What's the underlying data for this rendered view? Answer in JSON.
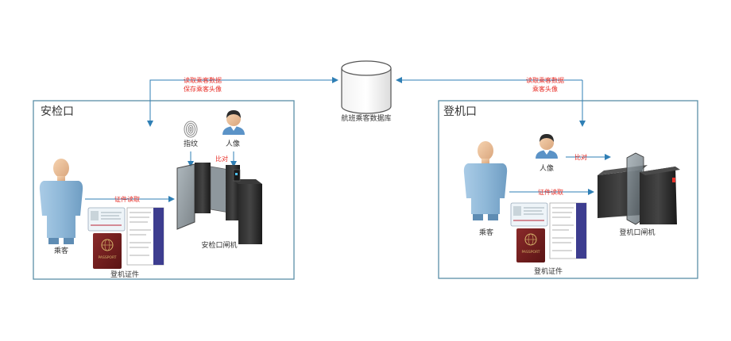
{
  "database": {
    "label": "航班乘客数据库"
  },
  "security": {
    "title": "安检口",
    "read_data_line1": "读取乘客数据",
    "read_data_line2": "保存乘客头像",
    "fingerprint_label": "指纹",
    "portrait_label": "人像",
    "compare_label": "比对",
    "id_read_label": "证件读取",
    "passenger_label": "乘客",
    "gate_label": "安检口闸机",
    "documents_label": "登机证件"
  },
  "boarding": {
    "title": "登机口",
    "read_data_line1": "读取乘客数据",
    "read_data_line2": "乘客头像",
    "portrait_label": "人像",
    "compare_label": "比对",
    "id_read_label": "证件读取",
    "passenger_label": "乘客",
    "gate_label": "登机口闸机",
    "documents_label": "登机证件"
  },
  "passport_text": "PASSPORT",
  "colors": {
    "frame": "#5b8fa8",
    "arrow": "#2f7fb5",
    "red_text": "#e8312a",
    "passenger": "#8fb8d8"
  }
}
